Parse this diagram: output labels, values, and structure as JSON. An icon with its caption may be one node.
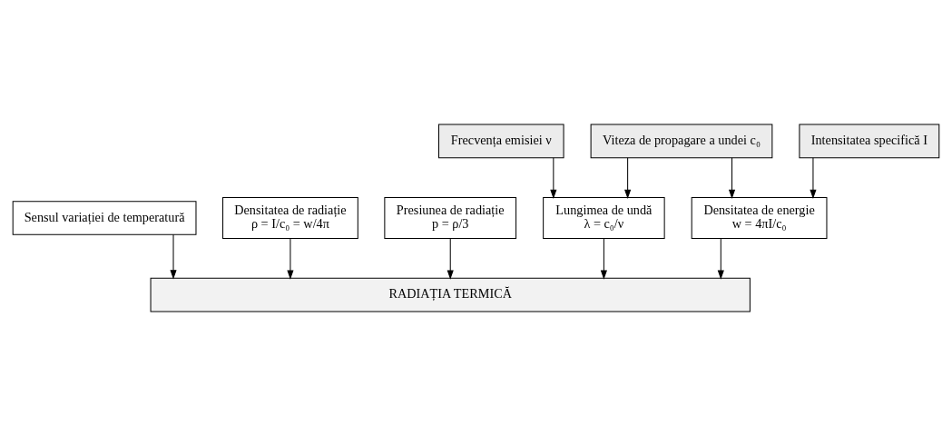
{
  "diagram": {
    "nodes": [
      {
        "text": [
          "Sensul variației de temperatură"
        ]
      },
      {
        "text": [
          "Densitatea de radiație",
          "ρ = I/c₀ = w/4π"
        ]
      },
      {
        "text": [
          "Presiunea de radiație",
          "p = ρ/3"
        ]
      },
      {
        "text": [
          "Lungimea de undă",
          "λ = c₀/ν"
        ]
      },
      {
        "text": [
          "Densitatea de energie",
          "w = 4πI/c₀"
        ]
      },
      {
        "text": [
          "Frecvența emisiei ν"
        ]
      },
      {
        "text": [
          "Viteza de propagare a undei c₀"
        ]
      },
      {
        "text": [
          "Intensitatea specifică I"
        ]
      },
      {
        "text": [
          "RADIAȚIA TERMICĂ"
        ]
      }
    ],
    "edges": [
      {
        "from": 0,
        "to": 8,
        "arrow": "to"
      },
      {
        "from": 1,
        "to": 8,
        "arrow": "to"
      },
      {
        "from": 2,
        "to": 8,
        "arrow": "to"
      },
      {
        "from": 3,
        "to": 8,
        "arrow": "to"
      },
      {
        "from": 4,
        "to": 8,
        "arrow": "to"
      },
      {
        "from": 5,
        "to": 3,
        "arrow": "to"
      },
      {
        "from": 6,
        "to": 3,
        "arrow": "to"
      },
      {
        "from": 6,
        "to": 4,
        "arrow": "to"
      },
      {
        "from": 7,
        "to": 4,
        "arrow": "to"
      }
    ]
  }
}
